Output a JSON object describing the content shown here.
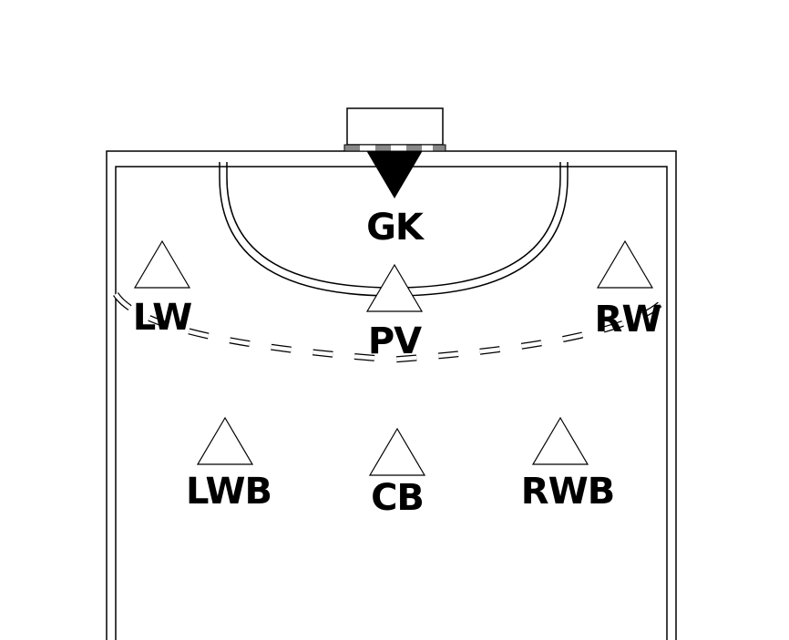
{
  "colors": {
    "line": "#000000",
    "court": "#ffffff",
    "goal_post_stripe": "#888888",
    "player_fill": "#ffffff",
    "goalkeeper_fill": "#000000"
  },
  "players": [
    {
      "id": "gk",
      "label": "GK"
    },
    {
      "id": "lw",
      "label": "LW"
    },
    {
      "id": "pv",
      "label": "PV"
    },
    {
      "id": "rw",
      "label": "RW"
    },
    {
      "id": "lwb",
      "label": "LWB"
    },
    {
      "id": "cb",
      "label": "CB"
    },
    {
      "id": "rwb",
      "label": "RWB"
    }
  ]
}
